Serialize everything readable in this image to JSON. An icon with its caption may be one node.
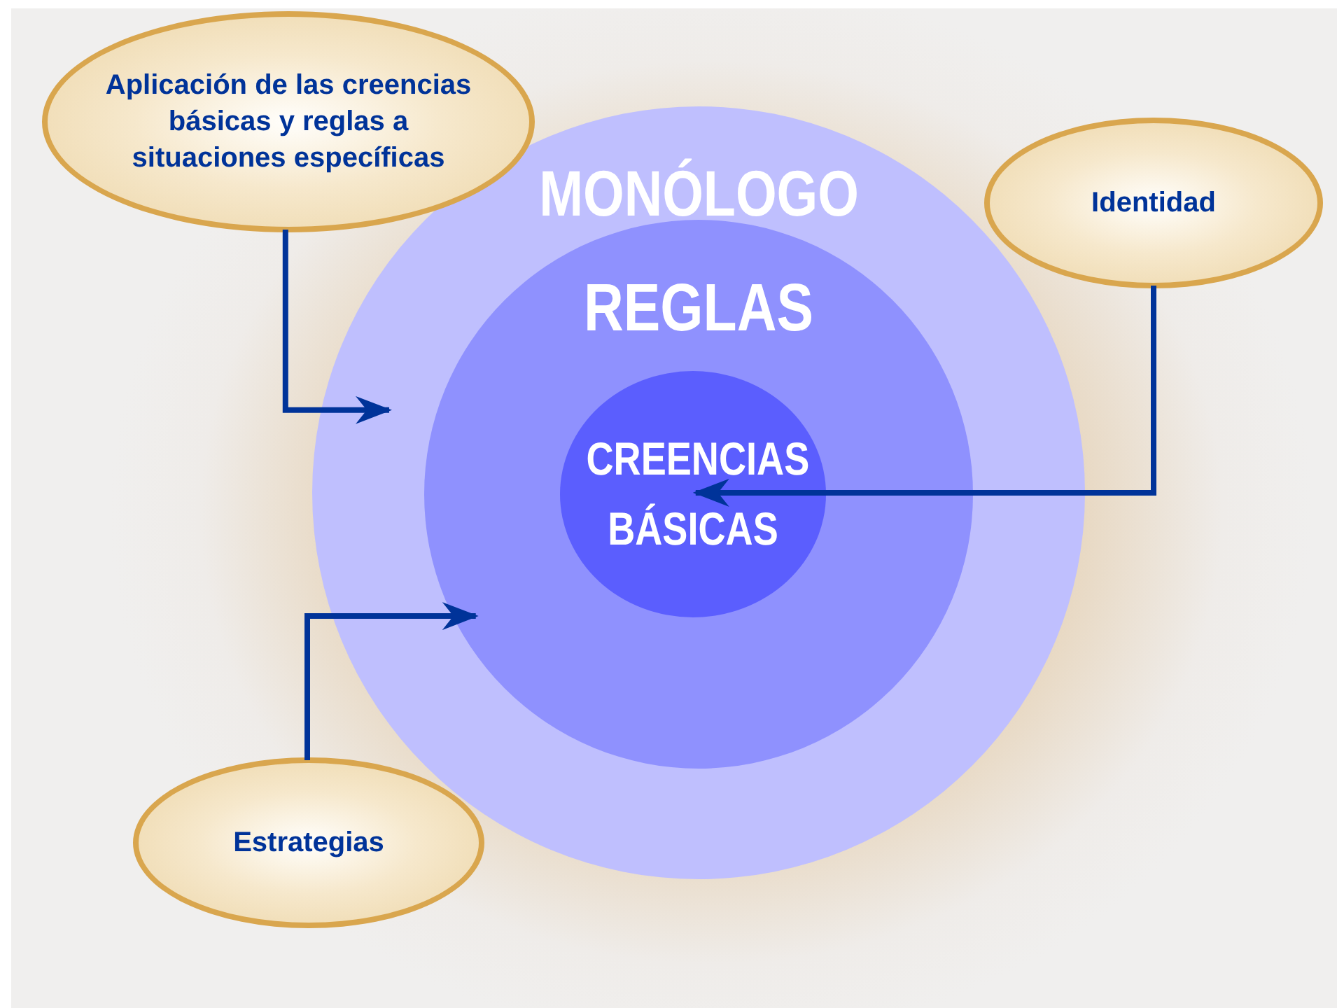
{
  "diagram": {
    "nodes": [
      {
        "text": [
          "MONÓLOGO"
        ]
      },
      {
        "text": [
          "REGLAS"
        ],
        "in": 0
      },
      {
        "text": [
          "CREENCIAS BÁSICAS"
        ],
        "in": 1
      },
      {
        "text": [
          "Aplicación de las creencias básicas y reglas a situaciones específicas"
        ]
      },
      {
        "text": [
          "Identidad"
        ]
      },
      {
        "text": [
          "Estrategias"
        ]
      }
    ],
    "edges": [
      {
        "from": 3,
        "to": 0,
        "arrow": "to"
      },
      {
        "from": 4,
        "to": 2,
        "arrow": "to"
      },
      {
        "from": 5,
        "to": 1,
        "arrow": "to"
      }
    ]
  }
}
